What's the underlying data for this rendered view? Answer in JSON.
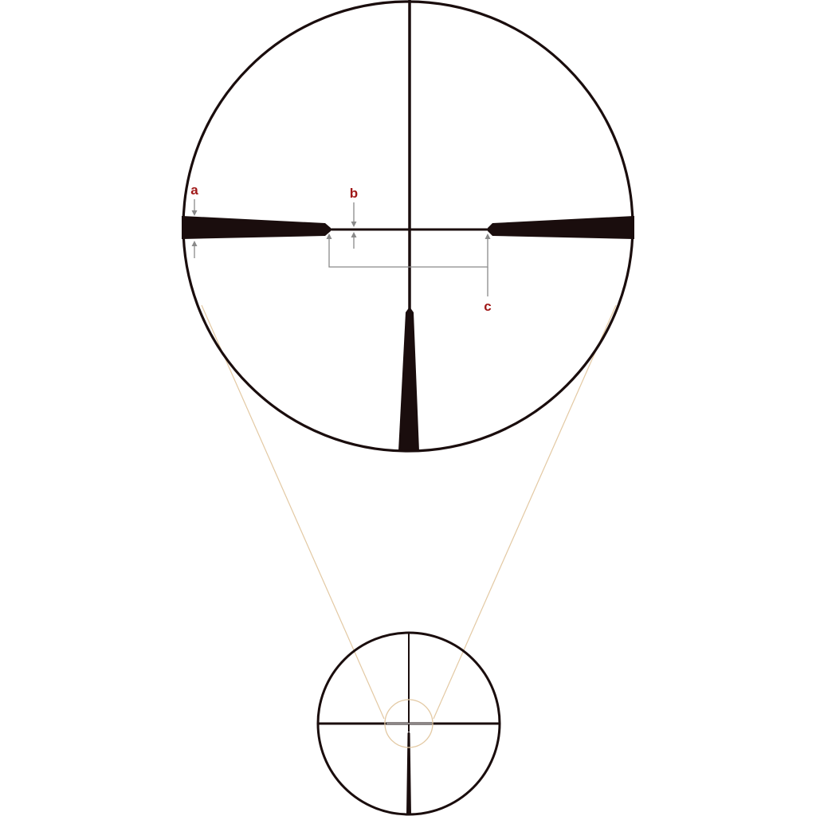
{
  "diagram": {
    "labels": {
      "a": "a",
      "b": "b",
      "c": "c"
    },
    "colors": {
      "reticle": "#1a0d0d",
      "label": "#a01818",
      "dimension_line": "#8a8a8a",
      "zoom_line": "#e3c9a3"
    }
  }
}
